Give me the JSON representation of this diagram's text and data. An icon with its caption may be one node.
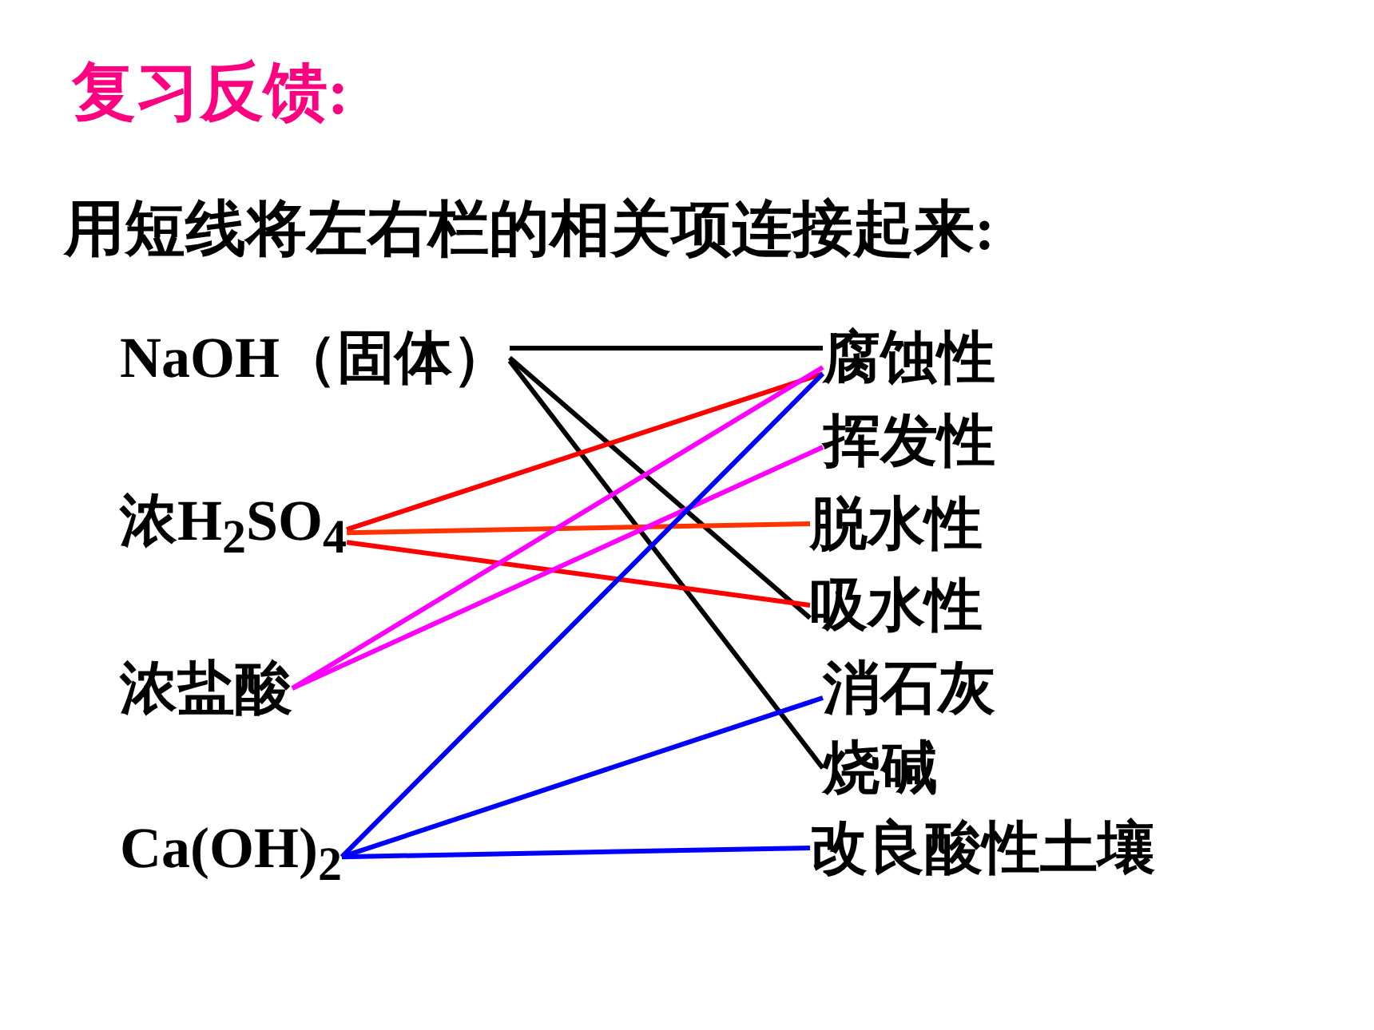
{
  "diagram": {
    "title": "复习反馈:",
    "caption": "用短线将左右栏的相关项连接起来:",
    "nodes": [
      {
        "text": [
          "NaOH（固体）"
        ]
      },
      {
        "text": [
          "浓H$_{2}$SO$_{4}$"
        ]
      },
      {
        "text": [
          "浓盐酸"
        ]
      },
      {
        "text": [
          "Ca(OH)$_{2}$"
        ]
      },
      {
        "text": [
          "腐蚀性"
        ]
      },
      {
        "text": [
          "挥发性"
        ]
      },
      {
        "text": [
          "脱水性"
        ]
      },
      {
        "text": [
          "吸水性"
        ]
      },
      {
        "text": [
          "消石灰"
        ]
      },
      {
        "text": [
          "烧碱"
        ]
      },
      {
        "text": [
          "改良酸性土壤"
        ]
      }
    ],
    "edges": [
      {
        "from": 0,
        "to": 4,
        "arrow": "none",
        "color": "#000000"
      },
      {
        "from": 0,
        "to": 7,
        "arrow": "none",
        "color": "#000000"
      },
      {
        "from": 0,
        "to": 9,
        "arrow": "none",
        "color": "#000000"
      },
      {
        "from": 1,
        "to": 4,
        "arrow": "none",
        "color": "#ff0000"
      },
      {
        "from": 1,
        "to": 6,
        "arrow": "none",
        "color": "#ff3300"
      },
      {
        "from": 1,
        "to": 7,
        "arrow": "none",
        "color": "#ff0000"
      },
      {
        "from": 2,
        "to": 4,
        "arrow": "none",
        "color": "#ff00ff"
      },
      {
        "from": 2,
        "to": 5,
        "arrow": "none",
        "color": "#ff00ff"
      },
      {
        "from": 3,
        "to": 4,
        "arrow": "none",
        "color": "#0000ff"
      },
      {
        "from": 3,
        "to": 8,
        "arrow": "none",
        "color": "#0000ff"
      },
      {
        "from": 3,
        "to": 10,
        "arrow": "none",
        "color": "#0000ff"
      }
    ]
  }
}
